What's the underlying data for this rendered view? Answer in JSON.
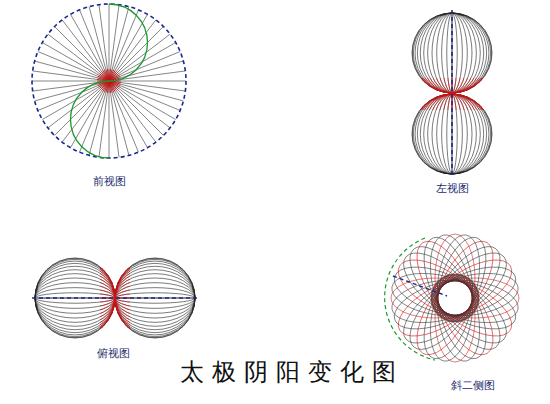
{
  "diagram": {
    "title": "太极阴阳变化图",
    "labels": [
      "前视图",
      "左视图",
      "俯视图",
      "斜二侧图"
    ]
  }
}
